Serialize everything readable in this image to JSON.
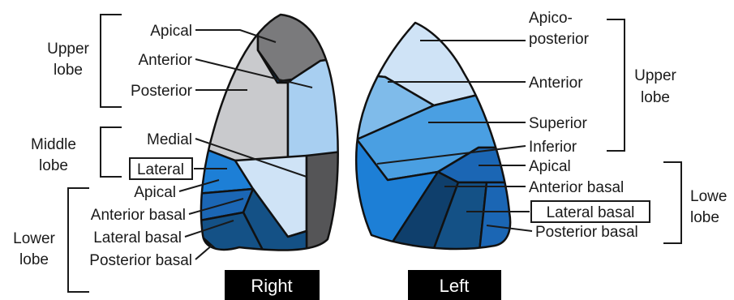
{
  "right_lung": {
    "caption": "Right",
    "groups": {
      "upper": [
        "Upper",
        "lobe"
      ],
      "middle": [
        "Middle",
        "lobe"
      ],
      "lower": [
        "Lower",
        "lobe"
      ]
    },
    "segments": {
      "apical_upper": "Apical",
      "anterior_upper": "Anterior",
      "posterior_upper": "Posterior",
      "medial": "Medial",
      "lateral": "Lateral",
      "apical_lower": "Apical",
      "anterior_basal": "Anterior basal",
      "lateral_basal": "Lateral basal",
      "posterior_basal": "Posterior basal"
    }
  },
  "left_lung": {
    "caption": "Left",
    "groups": {
      "upper": [
        "Upper",
        "lobe"
      ],
      "lower": [
        "Lowe",
        "lobe"
      ]
    },
    "segments": {
      "apicoposterior": [
        "Apico-",
        "posterior"
      ],
      "anterior": "Anterior",
      "superior": "Superior",
      "inferior": "Inferior",
      "apical": "Apical",
      "anterior_basal": "Anterior basal",
      "lateral_basal": "Lateral basal",
      "posterior_basal": "Posterior basal"
    }
  },
  "colors": {
    "gray_dark": "#7a7a7c",
    "gray_mid": "#a3a4a7",
    "gray_light": "#c9cacd",
    "gray_darkest": "#555557",
    "blue_pale": "#cfe3f6",
    "blue_light": "#a8cff1",
    "blue_sky": "#7fbbea",
    "blue_mid": "#4a9fe2",
    "blue_bright": "#1d7fd6",
    "blue_royal": "#1b66b4",
    "navy": "#145186",
    "navy_dark": "#0f3f6c",
    "caption_bg": "#000000"
  }
}
